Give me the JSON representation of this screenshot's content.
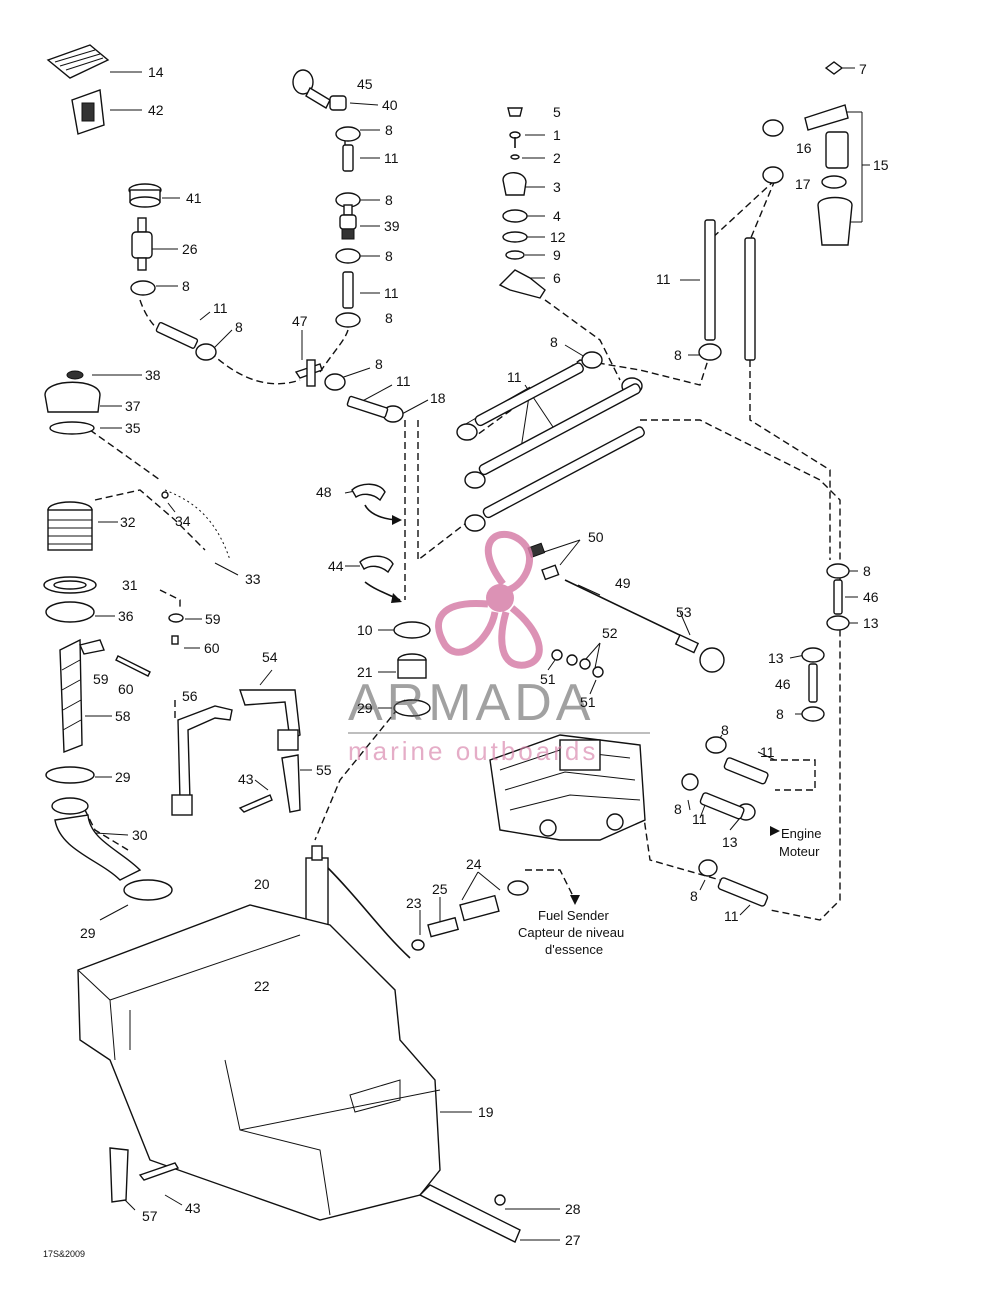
{
  "callouts": [
    "14",
    "42",
    "41",
    "26",
    "8",
    "11",
    "8",
    "45",
    "40",
    "8",
    "11",
    "8",
    "39",
    "8",
    "11",
    "8",
    "47",
    "8",
    "11",
    "18",
    "11",
    "5",
    "1",
    "2",
    "3",
    "4",
    "12",
    "9",
    "6",
    "8",
    "7",
    "16",
    "15",
    "17",
    "11",
    "8",
    "38",
    "37",
    "35",
    "34",
    "33",
    "32",
    "31",
    "36",
    "59",
    "60",
    "59",
    "60",
    "58",
    "29",
    "30",
    "29",
    "48",
    "44",
    "10",
    "21",
    "29",
    "54",
    "56",
    "43",
    "55",
    "50",
    "49",
    "53",
    "52",
    "51",
    "51",
    "8",
    "46",
    "13",
    "13",
    "46",
    "8",
    "8",
    "11",
    "8",
    "11",
    "13",
    "8",
    "11",
    "20",
    "22",
    "23",
    "25",
    "24",
    "19",
    "43",
    "57",
    "28",
    "27"
  ],
  "notes": {
    "engine_en": "Engine",
    "engine_fr": "Moteur",
    "fuel_sender_en": "Fuel Sender",
    "fuel_sender_fr": "Capteur de niveau",
    "fuel_sender_fr2": "d'essence"
  },
  "figure_code": "17S&2009",
  "watermark": {
    "brand": "ARMADA",
    "subtitle": "marine outboards",
    "color": "#d77fa9"
  }
}
